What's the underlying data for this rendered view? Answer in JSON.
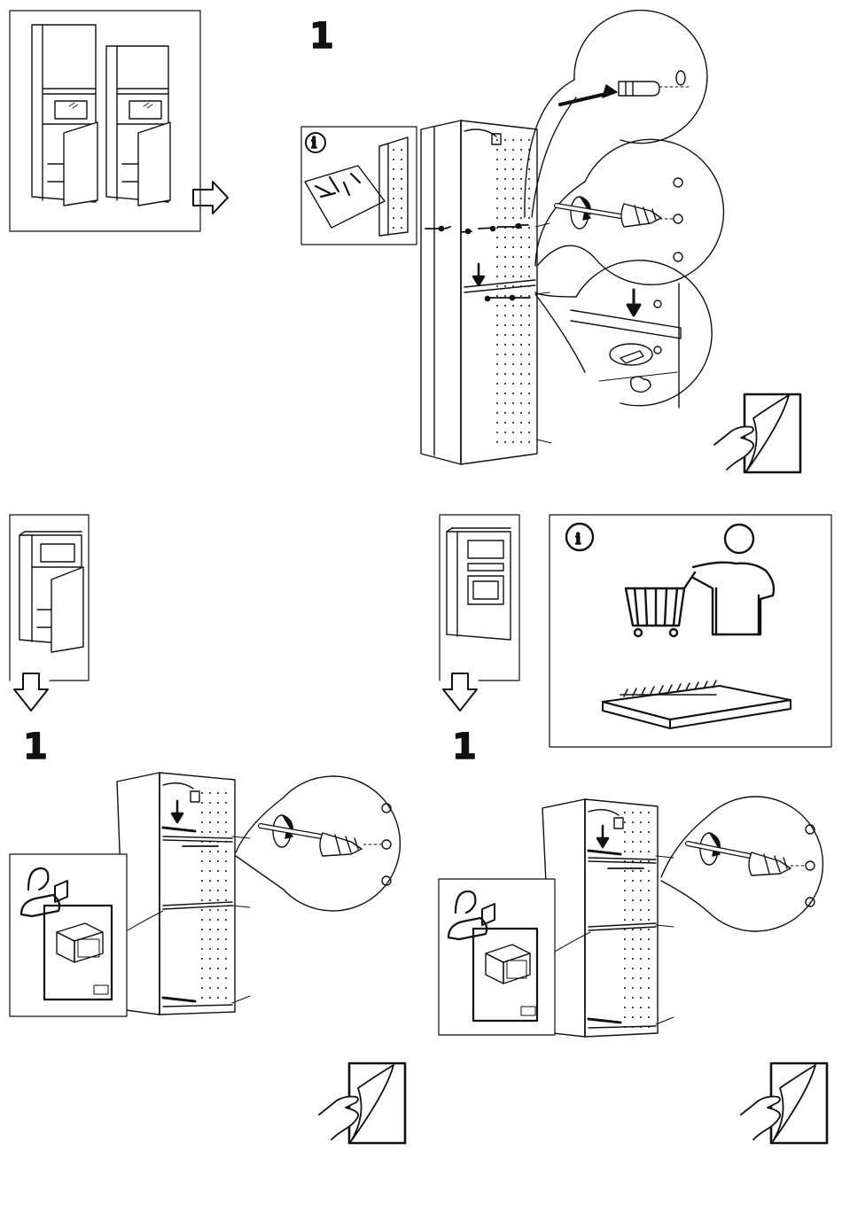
{
  "step_top": {
    "number": "1",
    "info_label": "i"
  },
  "step_left": {
    "number": "1"
  },
  "step_right": {
    "number": "1",
    "info_label": "i"
  }
}
